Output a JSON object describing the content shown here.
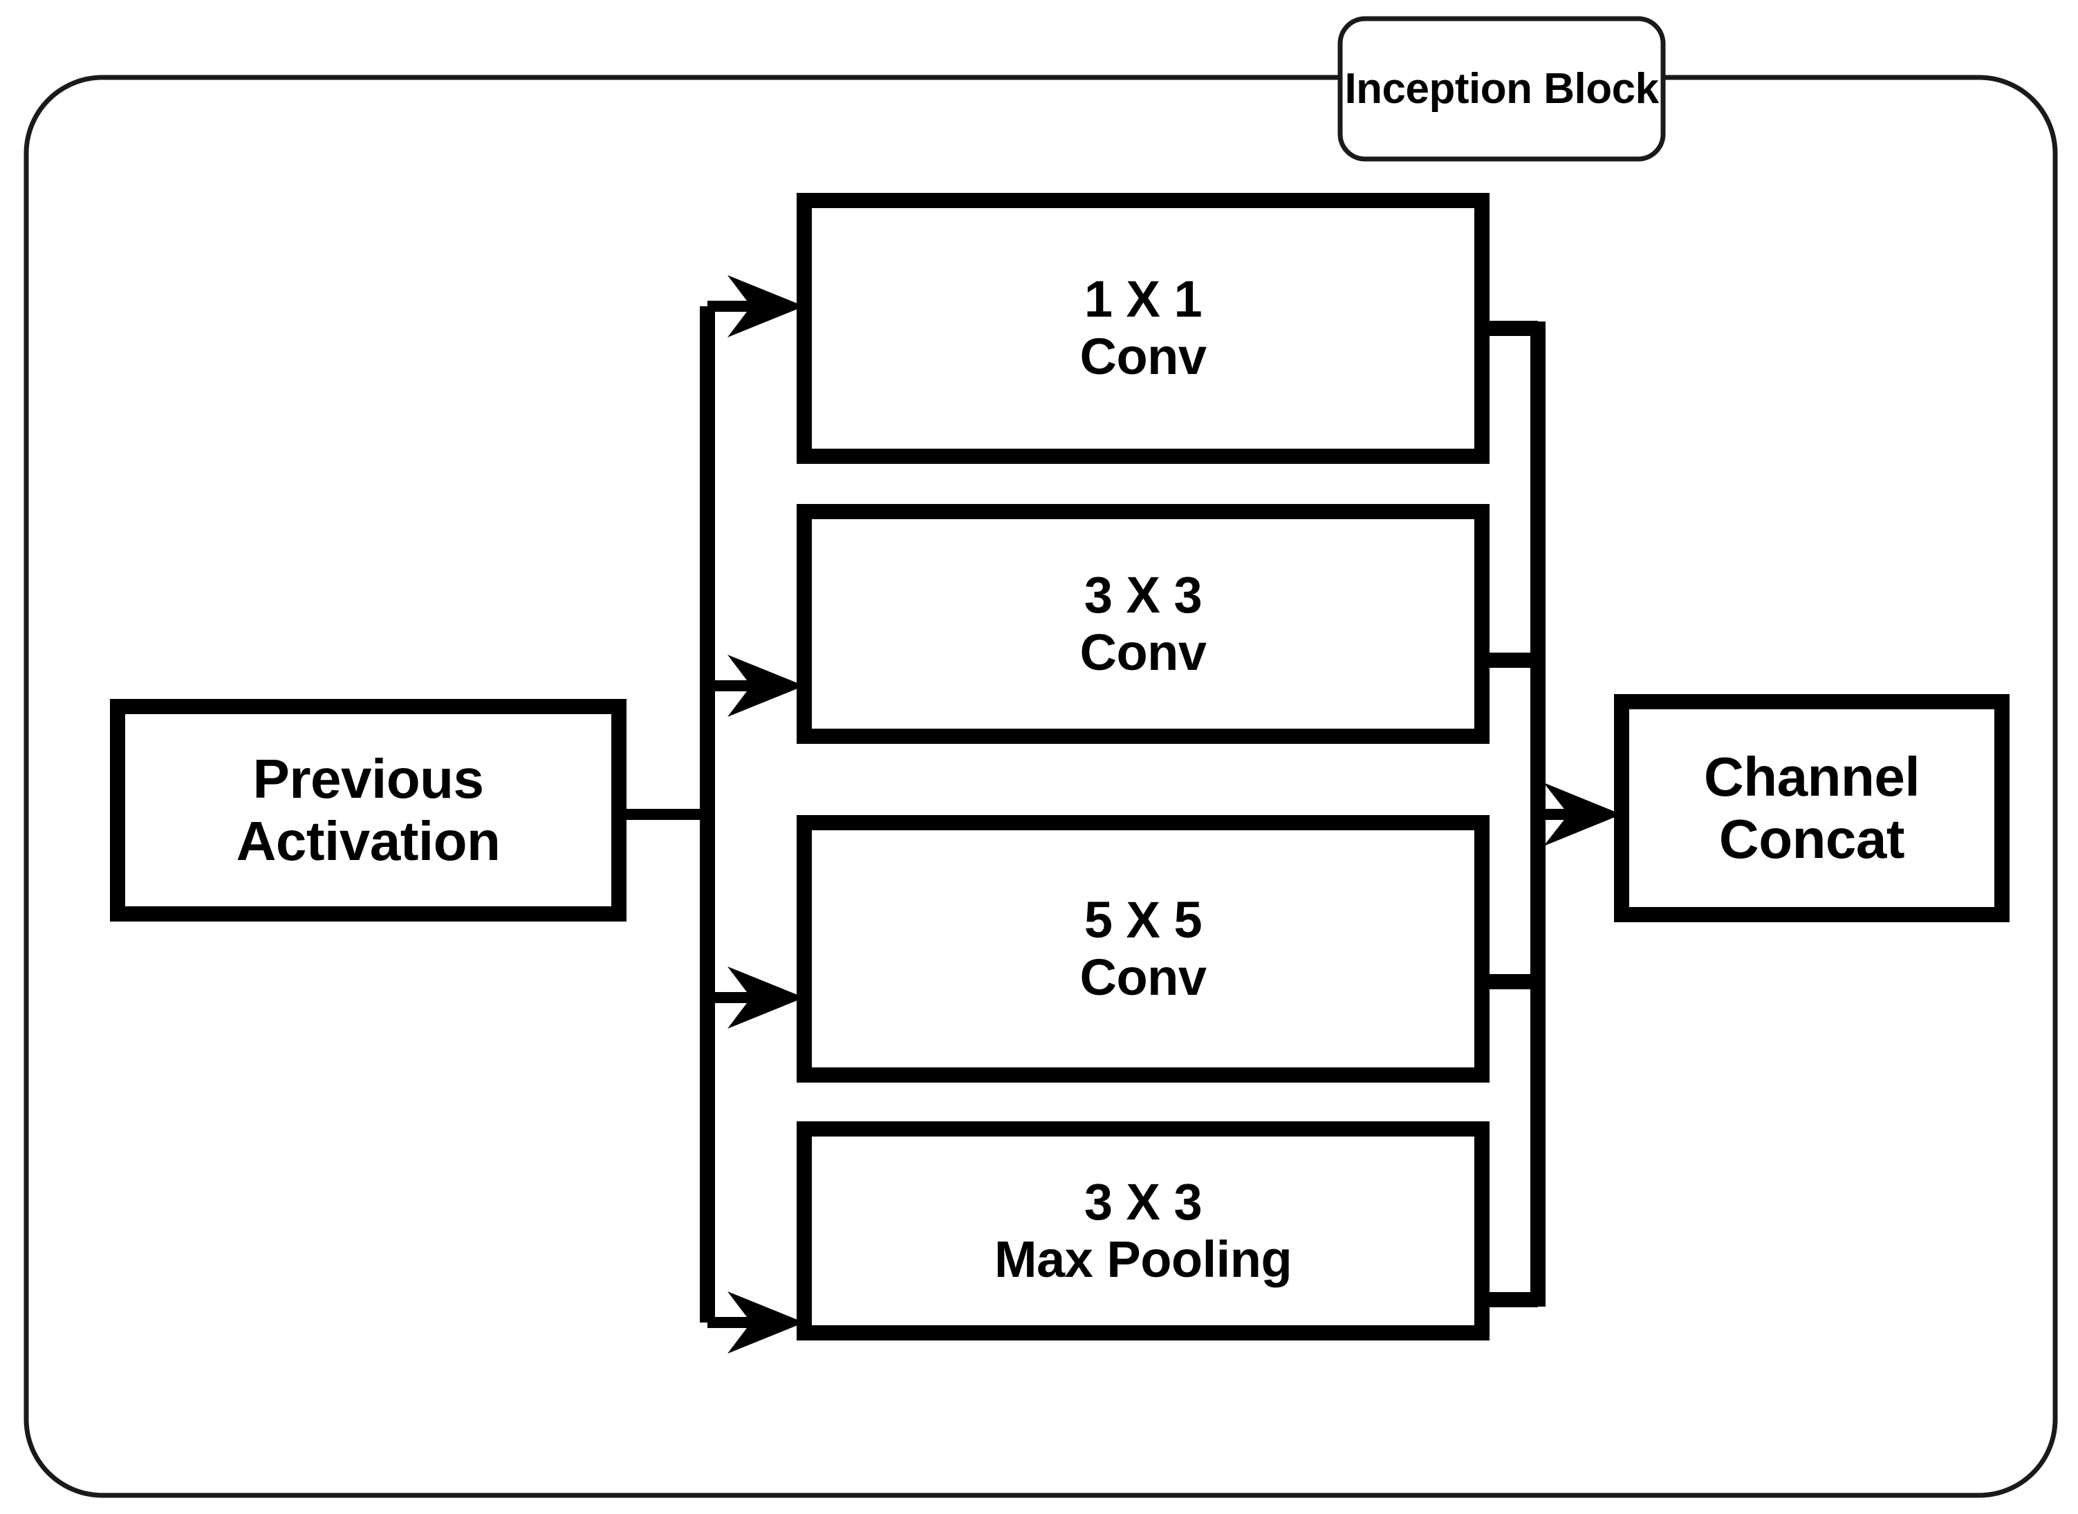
{
  "diagram": {
    "title": "Inception Block",
    "type": "neural-network-block-diagram",
    "colors": {
      "stroke": "#000000",
      "background": "#ffffff",
      "text": "#000000"
    },
    "title_badge": {
      "label": "Inception Block"
    },
    "input_node": {
      "line1": "Previous",
      "line2": "Activation"
    },
    "branches": [
      {
        "id": "branch-1x1-conv",
        "line1": "1 X 1",
        "line2": "Conv"
      },
      {
        "id": "branch-3x3-conv",
        "line1": "3 X 3",
        "line2": "Conv"
      },
      {
        "id": "branch-5x5-conv",
        "line1": "5 X 5",
        "line2": "Conv"
      },
      {
        "id": "branch-3x3-maxpooling",
        "line1": "3 X 3",
        "line2": "Max Pooling"
      }
    ],
    "output_node": {
      "line1": "Channel",
      "line2": "Concat"
    }
  }
}
